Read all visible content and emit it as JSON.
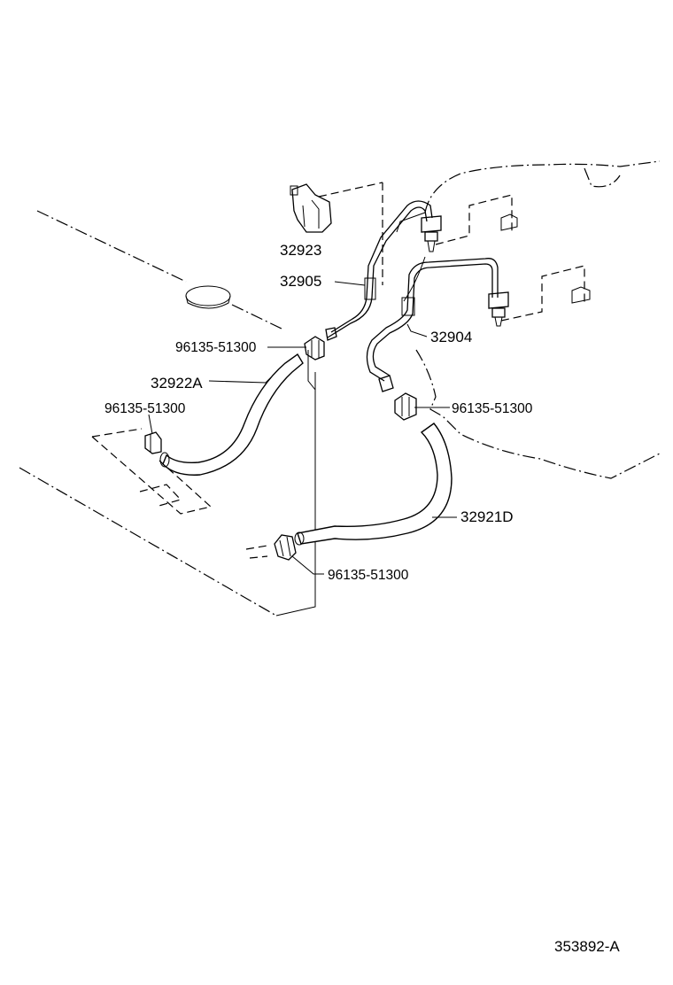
{
  "diagram": {
    "labels": {
      "p32923": "32923",
      "p32905": "32905",
      "p32904": "32904",
      "p32922a": "32922A",
      "p32921d": "32921D",
      "clamp_1": "96135-51300",
      "clamp_2": "96135-51300",
      "clamp_3": "96135-51300",
      "clamp_4": "96135-51300",
      "figure_id": "353892-A"
    }
  }
}
